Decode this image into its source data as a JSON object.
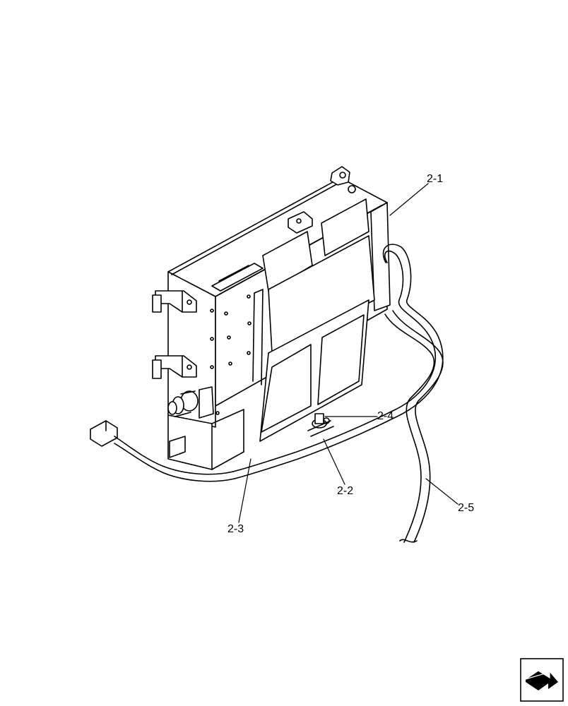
{
  "callouts": {
    "part_2_1": "2-1",
    "part_2_2": "2-2",
    "part_2_3": "2-3",
    "part_2_4": "2-4",
    "part_2_5": "2-5"
  },
  "icons": {
    "navigation": "next-page-arrow-icon"
  }
}
